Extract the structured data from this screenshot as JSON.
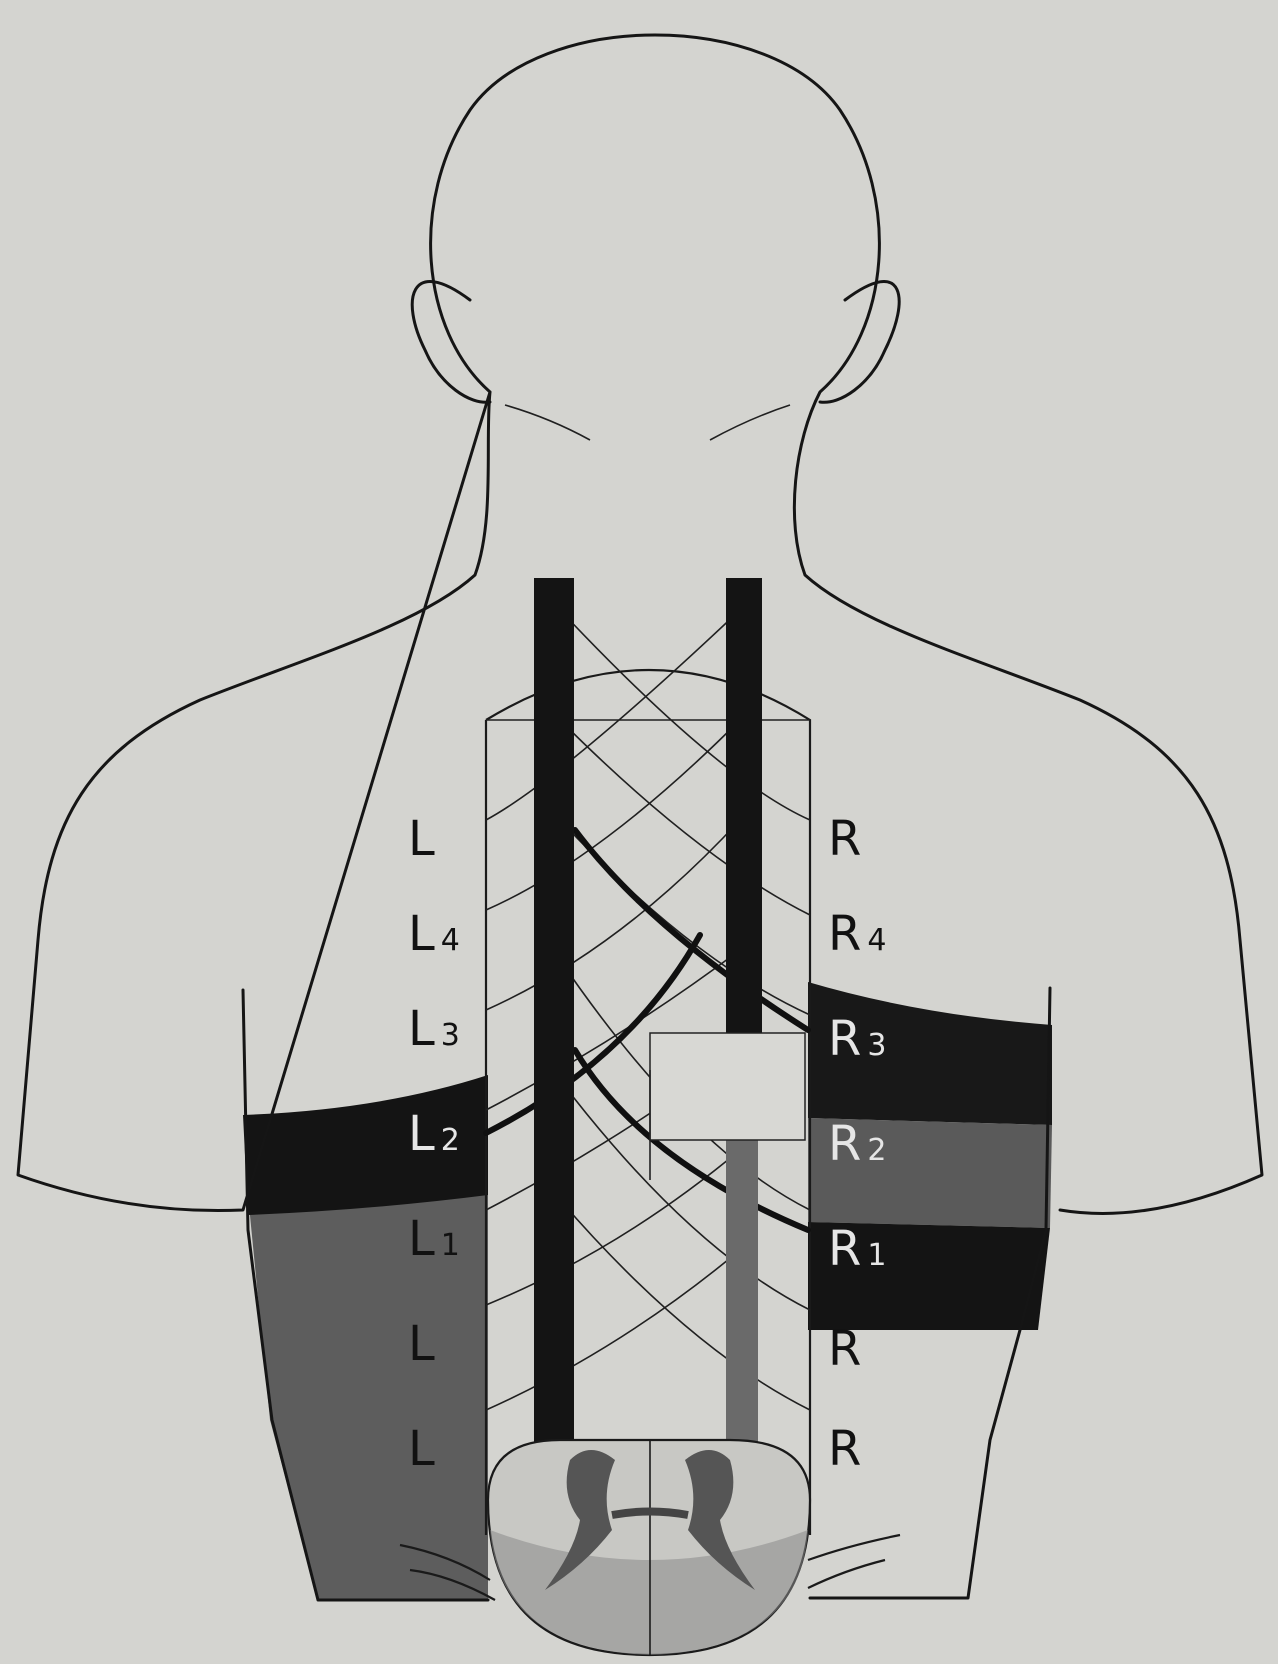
{
  "colors": {
    "paper": "#d4d4d0",
    "ink": "#151515",
    "band_black": "#141414",
    "band_grey": "#5d5d5d"
  },
  "labels": {
    "left": [
      {
        "letter": "L",
        "sub": ""
      },
      {
        "letter": "L",
        "sub": "4"
      },
      {
        "letter": "L",
        "sub": "3"
      },
      {
        "letter": "L",
        "sub": "2"
      },
      {
        "letter": "L",
        "sub": "1"
      },
      {
        "letter": "L",
        "sub": ""
      },
      {
        "letter": "L",
        "sub": ""
      }
    ],
    "right": [
      {
        "letter": "R",
        "sub": ""
      },
      {
        "letter": "R",
        "sub": "4"
      },
      {
        "letter": "R",
        "sub": "3"
      },
      {
        "letter": "R",
        "sub": "2"
      },
      {
        "letter": "R",
        "sub": "1"
      },
      {
        "letter": "R",
        "sub": ""
      },
      {
        "letter": "R",
        "sub": ""
      }
    ]
  }
}
